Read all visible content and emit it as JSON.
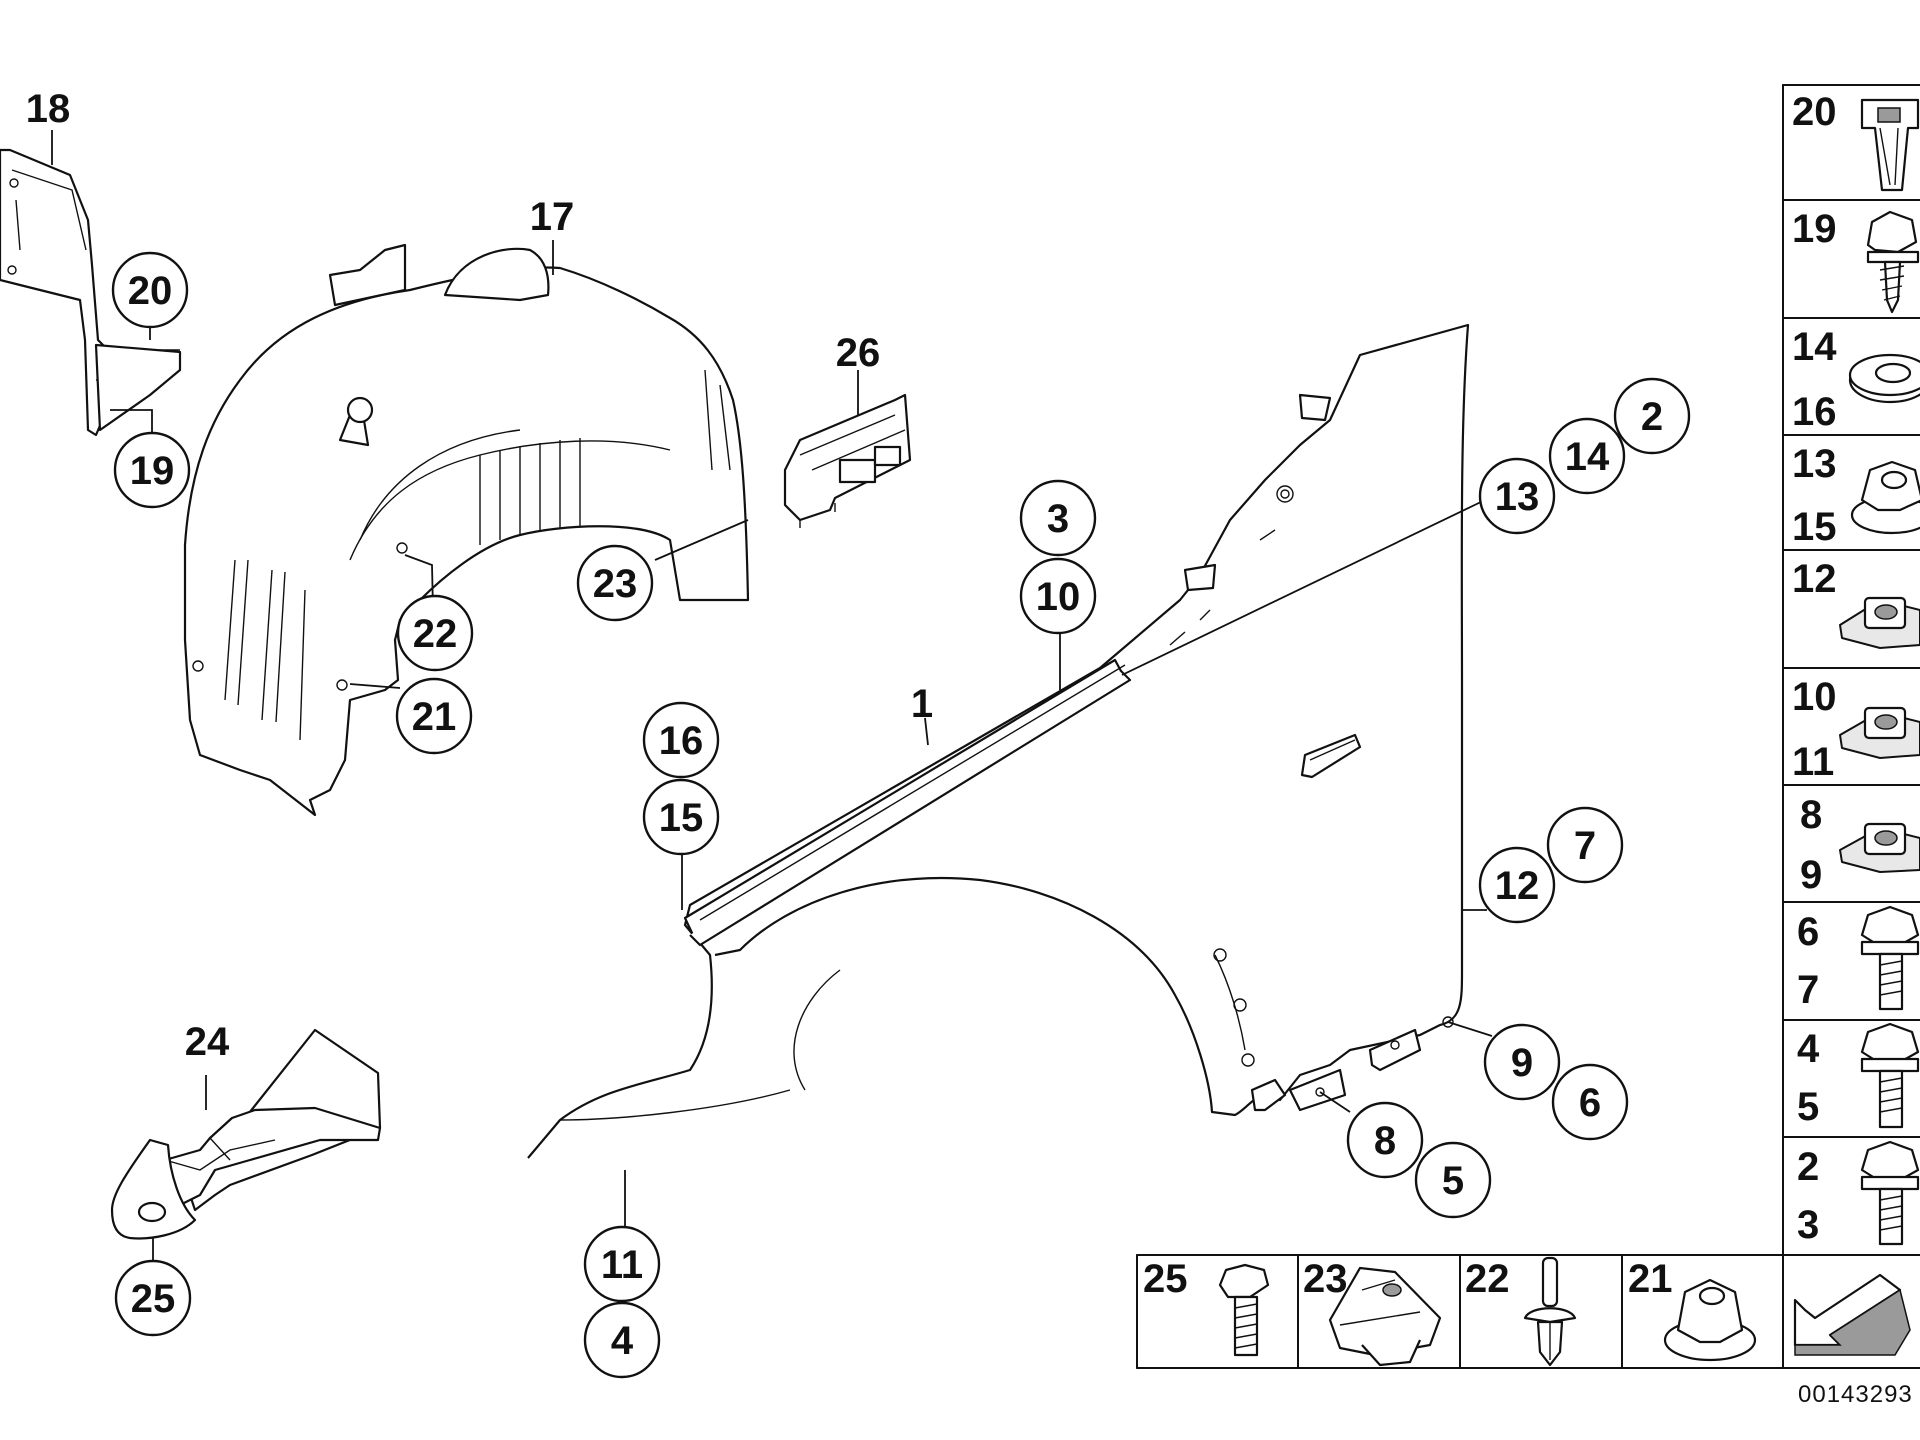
{
  "callouts": [
    {
      "id": "c1",
      "text": "1"
    },
    {
      "id": "c2",
      "text": "2"
    },
    {
      "id": "c3",
      "text": "3"
    },
    {
      "id": "c4",
      "text": "4"
    },
    {
      "id": "c5",
      "text": "5"
    },
    {
      "id": "c6",
      "text": "6"
    },
    {
      "id": "c7",
      "text": "7"
    },
    {
      "id": "c8",
      "text": "8"
    },
    {
      "id": "c9",
      "text": "9"
    },
    {
      "id": "c10",
      "text": "10"
    },
    {
      "id": "c11",
      "text": "11"
    },
    {
      "id": "c12",
      "text": "12"
    },
    {
      "id": "c13",
      "text": "13"
    },
    {
      "id": "c14",
      "text": "14"
    },
    {
      "id": "c15",
      "text": "15"
    },
    {
      "id": "c16",
      "text": "16"
    },
    {
      "id": "c17",
      "text": "17"
    },
    {
      "id": "c18",
      "text": "18"
    },
    {
      "id": "c19",
      "text": "19"
    },
    {
      "id": "c20",
      "text": "20"
    },
    {
      "id": "c21",
      "text": "21"
    },
    {
      "id": "c22",
      "text": "22"
    },
    {
      "id": "c23",
      "text": "23"
    },
    {
      "id": "c24",
      "text": "24"
    },
    {
      "id": "c25",
      "text": "25"
    },
    {
      "id": "c26",
      "text": "26"
    }
  ],
  "legend_right": [
    {
      "labels": [
        "20"
      ],
      "icon": "clip-nut-icon"
    },
    {
      "labels": [
        "19"
      ],
      "icon": "self-tapping-screw-icon"
    },
    {
      "labels": [
        "14",
        "16"
      ],
      "icon": "washer-icon"
    },
    {
      "labels": [
        "13",
        "15"
      ],
      "icon": "collar-nut-icon"
    },
    {
      "labels": [
        "12"
      ],
      "icon": "cage-nut-icon"
    },
    {
      "labels": [
        "10",
        "11"
      ],
      "icon": "cage-nut-icon"
    },
    {
      "labels": [
        "8",
        "9"
      ],
      "icon": "cage-nut-icon"
    },
    {
      "labels": [
        "6",
        "7"
      ],
      "icon": "hex-bolt-icon"
    },
    {
      "labels": [
        "4",
        "5"
      ],
      "icon": "hex-bolt-icon"
    },
    {
      "labels": [
        "2",
        "3"
      ],
      "icon": "hex-bolt-icon"
    }
  ],
  "legend_bottom": [
    {
      "labels": [
        "25"
      ],
      "icon": "hex-screw-icon"
    },
    {
      "labels": [
        "23"
      ],
      "icon": "spring-clip-icon"
    },
    {
      "labels": [
        "22"
      ],
      "icon": "expanding-rivet-icon"
    },
    {
      "labels": [
        "21"
      ],
      "icon": "flange-nut-icon"
    },
    {
      "labels": [],
      "icon": "direction-arrow-icon"
    }
  ],
  "reference_number": "00143293"
}
